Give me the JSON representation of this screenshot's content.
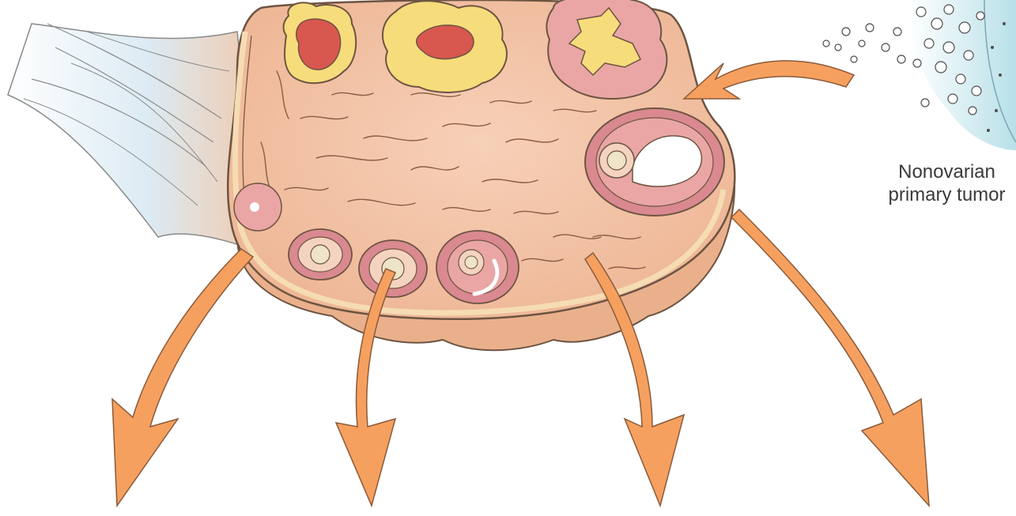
{
  "labels": {
    "nonovarian_primary_tumor_line1": "Nonovarian",
    "nonovarian_primary_tumor_line2": "primary tumor"
  },
  "colors": {
    "stroma": "#f2c3a5",
    "stroma_dark": "#e7aa86",
    "cortex_outline": "#6d5442",
    "capsule_band": "#f5dcb3",
    "follicle_ring": "#d9898f",
    "follicle_inner": "#f4d4c0",
    "corpus_luteum": "#f7dc7c",
    "hemorrhage": "#d8574f",
    "arrow_fill": "#f6a05f",
    "arrow_stroke": "#8a5a3a",
    "ligament_blue": "#cfe3f0",
    "tumor_blue": "#bfe3ea"
  },
  "icons": [
    "ovary-cross-section",
    "metastasis-arrow",
    "tumor-cell-cluster"
  ]
}
